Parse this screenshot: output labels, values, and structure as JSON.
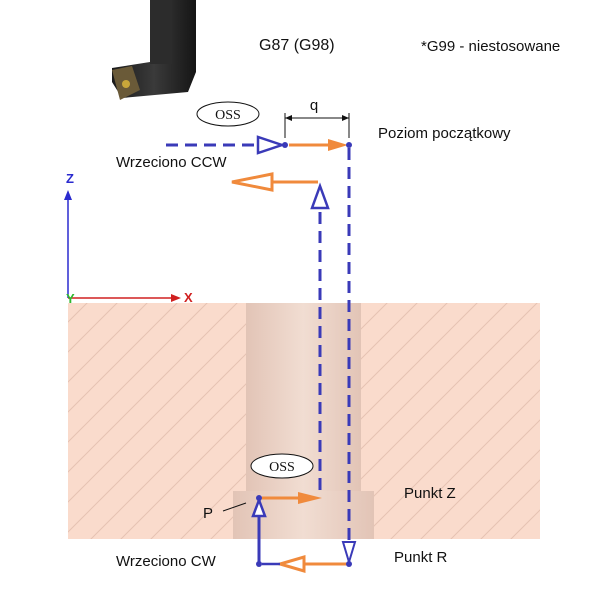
{
  "title": "G87 (G98)",
  "note": "*G99 - niestosowane",
  "labels": {
    "q": "q",
    "initial_level": "Poziom początkowy",
    "spindle_ccw": "Wrzeciono CCW",
    "spindle_cw": "Wrzeciono CW",
    "point_z": "Punkt Z",
    "point_r": "Punkt R",
    "p": "P",
    "oss_top": "OSS",
    "oss_bottom": "OSS"
  },
  "axes": {
    "z": "Z",
    "y": "Y",
    "x": "X"
  },
  "colors": {
    "blue": "#3a3ab8",
    "orange": "#f08a3c",
    "material": "#fadbcc",
    "hatch": "#e6c2b2",
    "bore": "#ecd4c6",
    "axis_z": "#2a2acf",
    "axis_y": "#2eb82e",
    "axis_x": "#d02020"
  }
}
